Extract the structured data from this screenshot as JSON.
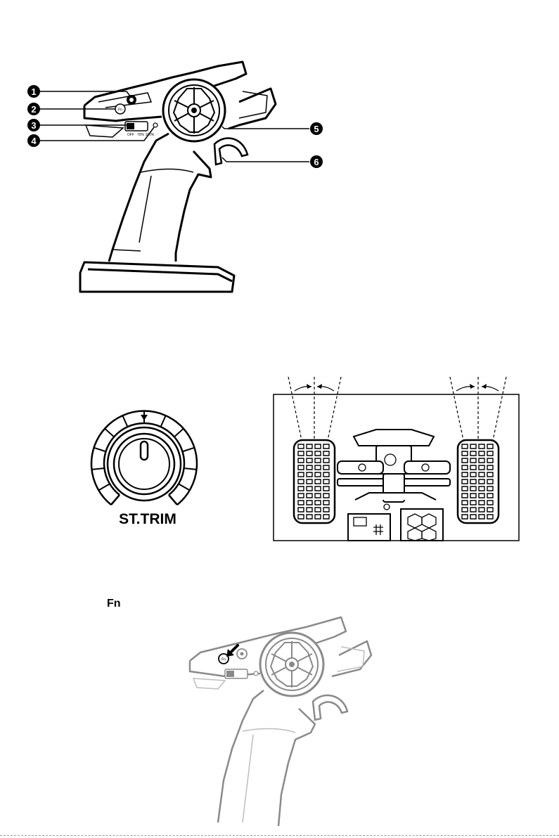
{
  "figure1": {
    "callouts": [
      "1",
      "2",
      "3",
      "4",
      "5",
      "6"
    ],
    "fn_button_text": "Fn",
    "switch_labels": [
      "OFF",
      "70%",
      "100%"
    ]
  },
  "figure2": {
    "knob_label": "ST.TRIM"
  },
  "figure4": {
    "section_label": "Fn",
    "fn_button_text": "Fn"
  },
  "colors": {
    "ink": "#000000",
    "faded": "#8a8a8a"
  }
}
